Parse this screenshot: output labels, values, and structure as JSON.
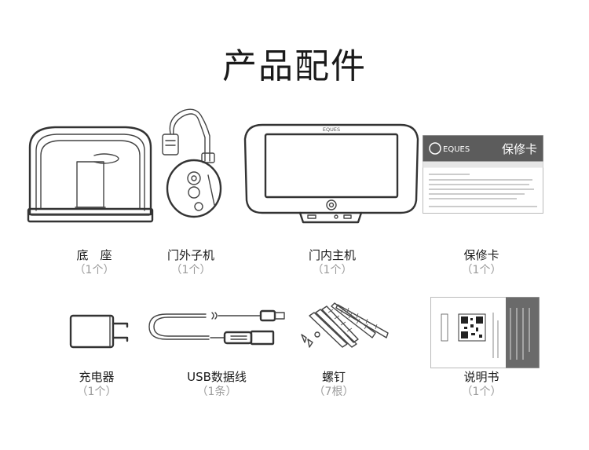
{
  "title": "产品配件",
  "brand": {
    "logo_text": "EQUES",
    "card_logo_text": "EQUES",
    "card_title": "保修卡"
  },
  "items": [
    {
      "label": "底　座",
      "qty": "（1个）",
      "icon": "stand-base-icon"
    },
    {
      "label": "门外子机",
      "qty": "（1个）",
      "icon": "door-viewer-camera-icon"
    },
    {
      "label": "门内主机",
      "qty": "（1个）",
      "icon": "indoor-monitor-icon"
    },
    {
      "label": "保修卡",
      "qty": "（1个）",
      "icon": "warranty-card-icon"
    },
    {
      "label": "充电器",
      "qty": "（1个）",
      "icon": "charger-icon"
    },
    {
      "label": "USB数据线",
      "qty": "（1条）",
      "icon": "usb-cable-icon"
    },
    {
      "label": "螺钉",
      "qty": "（7根）",
      "icon": "screws-icon"
    },
    {
      "label": "说明书",
      "qty": "（1个）",
      "icon": "manual-icon"
    }
  ]
}
